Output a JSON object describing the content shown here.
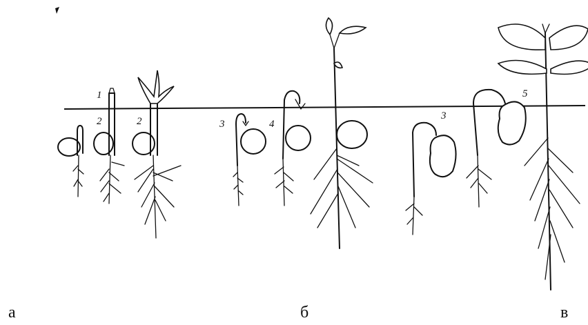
{
  "panel_labels": [
    "а",
    "б",
    "в"
  ],
  "part_numbers": {
    "n1": "1",
    "n2a": "2",
    "n2b": "2",
    "n3a": "3",
    "n4": "4",
    "n3b": "3",
    "n5": "5"
  }
}
